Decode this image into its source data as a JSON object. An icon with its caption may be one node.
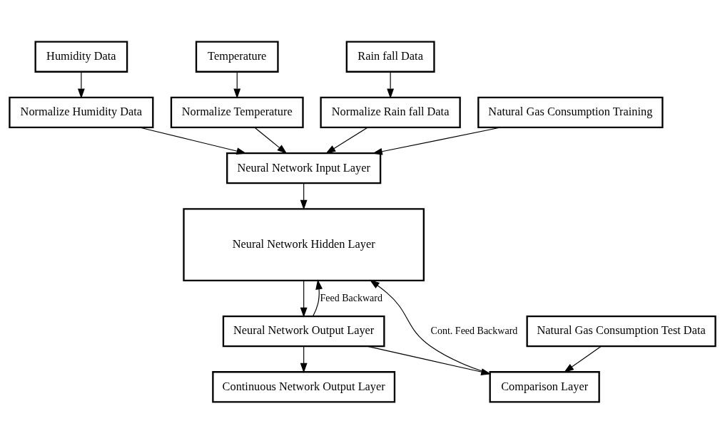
{
  "diagram": {
    "nodes": [
      {
        "text": [
          "Humidity Data"
        ]
      },
      {
        "text": [
          "Temperature"
        ]
      },
      {
        "text": [
          "Rain fall Data"
        ]
      },
      {
        "text": [
          "Normalize Humidity Data"
        ]
      },
      {
        "text": [
          "Normalize Temperature"
        ]
      },
      {
        "text": [
          "Normalize Rain fall Data"
        ]
      },
      {
        "text": [
          "Natural Gas Consumption Training"
        ]
      },
      {
        "text": [
          "Neural Network Input Layer"
        ]
      },
      {
        "text": [
          "Neural Network Hidden Layer"
        ]
      },
      {
        "text": [
          "Natural Gas Consumption Test Data"
        ]
      },
      {
        "text": [
          "Neural Network Output Layer"
        ]
      },
      {
        "text": [
          "Continuous Network Output Layer"
        ]
      },
      {
        "text": [
          "Comparison Layer"
        ]
      }
    ],
    "edges": [
      {
        "from": 0,
        "to": 3,
        "arrow": "to"
      },
      {
        "from": 1,
        "to": 4,
        "arrow": "to"
      },
      {
        "from": 2,
        "to": 5,
        "arrow": "to"
      },
      {
        "from": 3,
        "to": 7,
        "arrow": "to"
      },
      {
        "from": 4,
        "to": 7,
        "arrow": "to"
      },
      {
        "from": 5,
        "to": 7,
        "arrow": "to"
      },
      {
        "from": 6,
        "to": 7,
        "arrow": "to"
      },
      {
        "from": 7,
        "to": 8,
        "arrow": "to"
      },
      {
        "from": 8,
        "to": 10,
        "arrow": "to"
      },
      {
        "from": 10,
        "to": 11,
        "arrow": "to"
      },
      {
        "from": 10,
        "to": 12,
        "arrow": "to"
      },
      {
        "from": 10,
        "to": 8,
        "arrow": "to",
        "label": "Feed Backward"
      },
      {
        "from": 12,
        "to": 8,
        "arrow": "to",
        "label": "Cont. Feed Backward"
      },
      {
        "from": 9,
        "to": 12,
        "arrow": "to"
      }
    ]
  }
}
